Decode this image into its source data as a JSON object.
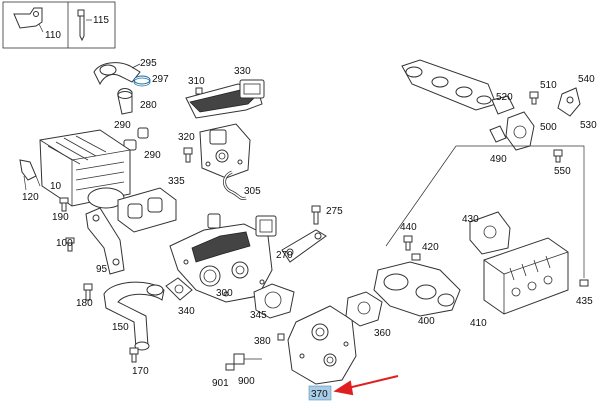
{
  "parts": {
    "p110": "110",
    "p115": "115",
    "p295": "295",
    "p297": "297",
    "p280": "280",
    "p290a": "290",
    "p290b": "290",
    "p310": "310",
    "p330": "330",
    "p320": "320",
    "p335": "335",
    "p305": "305",
    "p120": "120",
    "p10": "10",
    "p190": "190",
    "p100": "100",
    "p95": "95",
    "p275": "275",
    "p270": "270",
    "p180": "180",
    "p340": "340",
    "p300": "300",
    "p345": "345",
    "p150": "150",
    "p170": "170",
    "p380": "380",
    "p901": "901",
    "p900": "900",
    "p370": "370",
    "p360": "360",
    "p520": "520",
    "p510": "510",
    "p540": "540",
    "p500": "500",
    "p530": "530",
    "p490": "490",
    "p550": "550",
    "p430": "430",
    "p440": "440",
    "p420": "420",
    "p400": "400",
    "p410": "410",
    "p435": "435"
  },
  "highlight": {
    "part": "370",
    "color": "#a9cde6",
    "arrow_color": "#e02020"
  }
}
